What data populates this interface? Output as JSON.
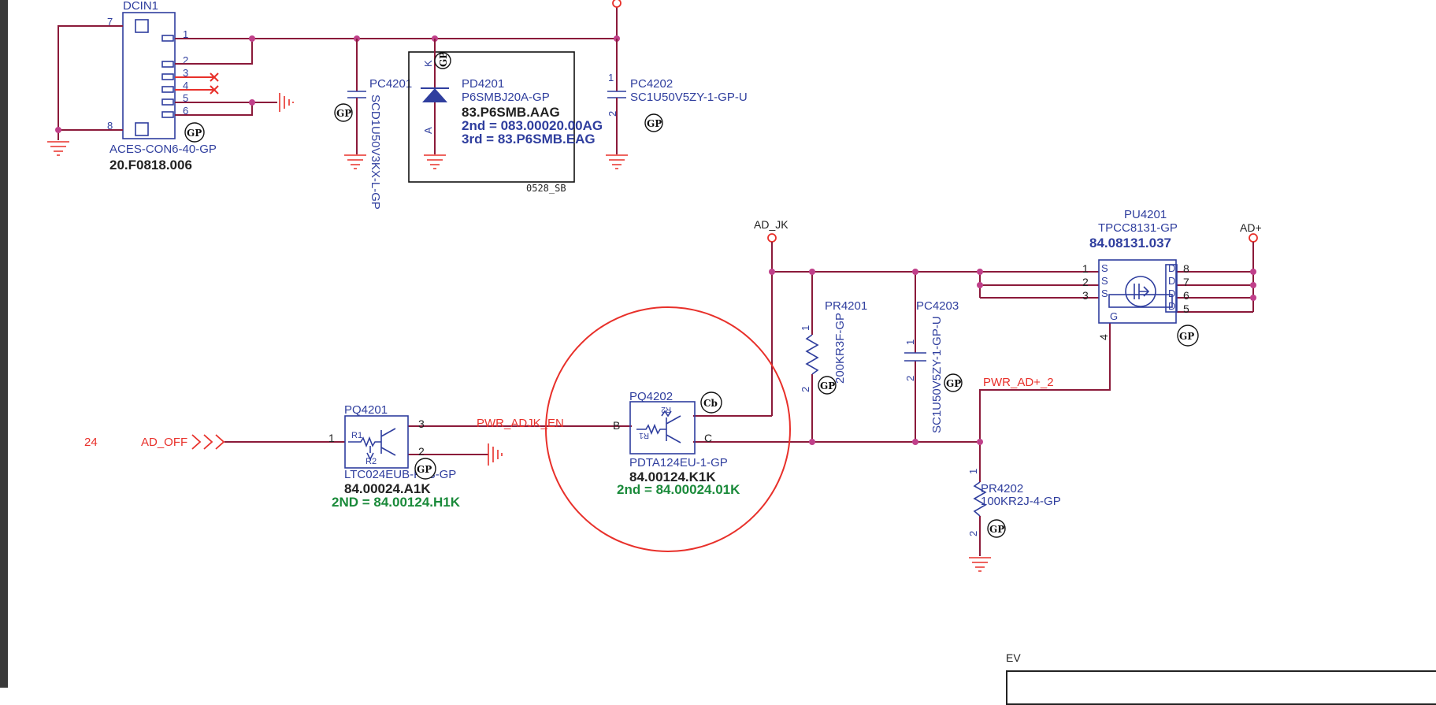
{
  "connector": {
    "ref": "DCIN1",
    "part": "ACES-CON6-40-GP",
    "pn": "20.F0818.006",
    "pins": [
      "1",
      "2",
      "3",
      "4",
      "5",
      "6",
      "7",
      "8"
    ]
  },
  "pc4201": {
    "ref": "PC4201",
    "part": "SCD1U50V3KX-L-GP"
  },
  "pd4201": {
    "ref": "PD4201",
    "part": "P6SMBJ20A-GP",
    "pn": "83.P6SMB.AAG",
    "alt2": "2nd = 083.00020.00AG",
    "alt3": "3rd = 83.P6SMB.EAG",
    "pin_k": "K",
    "pin_a": "A",
    "note": "0528_SB"
  },
  "pc4202": {
    "ref": "PC4202",
    "part": "SC1U50V5ZY-1-GP-U",
    "pin1": "1",
    "pin2": "2"
  },
  "nets": {
    "ad_jk": "AD_JK",
    "ad_plus": "AD+",
    "pwr_adjk_en": "PWR_ADJK_EN",
    "pwr_ad_plus_2": "PWR_AD+_2",
    "ad_off": "AD_OFF",
    "ad_off_ref": "24"
  },
  "pu4201": {
    "ref": "PU4201",
    "part": "TPCC8131-GP",
    "pn": "84.08131.037",
    "pins": [
      "1",
      "2",
      "3",
      "4",
      "5",
      "6",
      "7",
      "8"
    ],
    "s": "S",
    "d": "D",
    "g": "G"
  },
  "pr4201": {
    "ref": "PR4201",
    "part": "200KR3F-GP",
    "pin1": "1",
    "pin2": "2"
  },
  "pc4203": {
    "ref": "PC4203",
    "part": "SC1U50V5ZY-1-GP-U",
    "pin1": "1",
    "pin2": "2"
  },
  "pq4202": {
    "ref": "PQ4202",
    "part": "PDTA124EU-1-GP",
    "pn": "84.00124.K1K",
    "alt2": "2nd = 84.00024.01K",
    "pin_b": "B",
    "pin_c": "C",
    "r1": "R1",
    "r2": "R2"
  },
  "pq4201": {
    "ref": "PQ4201",
    "part": "LTC024EUB-FS8-GP",
    "pn": "84.00024.A1K",
    "alt2": "2ND = 84.00124.H1K",
    "pin1": "1",
    "pin2": "2",
    "pin3": "3",
    "r1": "R1",
    "r2": "R2"
  },
  "pr4202": {
    "ref": "PR4202",
    "part": "100KR2J-4-GP",
    "pin1": "1",
    "pin2": "2"
  },
  "badges": {
    "gp": "GP",
    "cb": "Cb"
  },
  "title_block": {
    "label": "EV"
  },
  "colors": {
    "wire": "#8b1a3a",
    "net_label": "#e8302a",
    "part_outline": "#2f3e9e",
    "highlight": "#e8302a",
    "alt_pn": "#1a8a3a"
  }
}
